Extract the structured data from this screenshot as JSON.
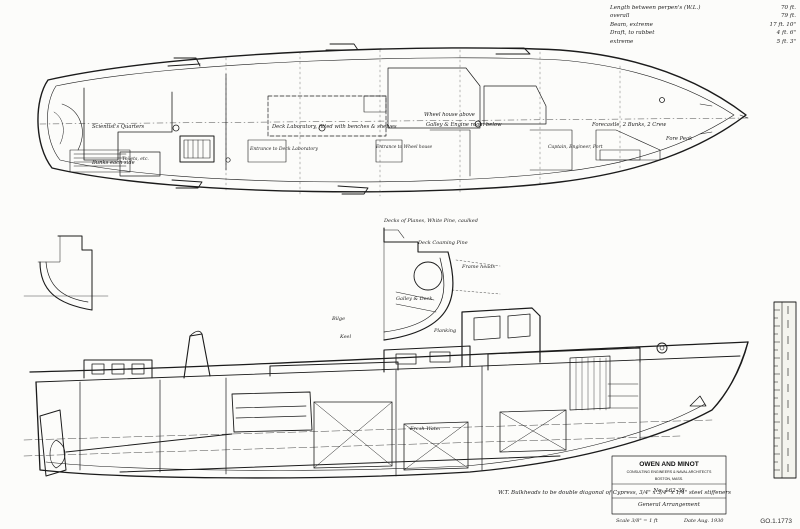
{
  "dimensions_table": [
    {
      "label": "Length between perpen's (W.L.)",
      "value": "70 ft."
    },
    {
      "label": "overall",
      "value": "79 ft."
    },
    {
      "label": "Beam, extreme",
      "value": "17 ft. 10\""
    },
    {
      "label": "Draft, to rabbet",
      "value": "4 ft. 6\""
    },
    {
      "label": "extreme",
      "value": "5 ft. 3\""
    }
  ],
  "plan_labels": {
    "scientists_quarters": "Scientist's Quarters",
    "bunks": "Bunks each side",
    "toilets": "Toilets, etc.",
    "deck_laboratory": "Deck Laboratory, fitted with benches & shelves",
    "entrance_deck_lab": "Entrance to Deck Laboratory",
    "wheel_house": "Wheel house above",
    "galley_engine": "Galley & Engine room below",
    "entrance_wheel_house": "Entrance to Wheel house",
    "forecastle": "Forecastle, 2 Bunks, 2 Crew",
    "captain": "Captain, Engineer, Port",
    "fore_peak": "Fore Peak"
  },
  "section_labels": {
    "decks": "Decks of Planes, White Pine, caulked",
    "deck_coaming": "Deck Coaming Pine",
    "frame_heads": "Frame heads",
    "galley_deck": "Galley & Deck",
    "bilge": "Bilge",
    "keel": "Keel",
    "planking": "Planking",
    "fresh_water": "Fresh Water"
  },
  "notes": {
    "bulkheads": "W.T. Bulkheads to be double diagonal of Cypress, 3/4\" x 3/4\" x 1/4\" steel stiffeners"
  },
  "title_block": {
    "firm": "OWEN AND MINOT",
    "line2": "CONSULTING ENGINEERS & NAVAL ARCHITECTS",
    "line3": "BOSTON, MASS.",
    "number": "No. 162-38",
    "drawing": "General Arrangement",
    "scale": "Scale 3/8\" = 1 ft",
    "date": "Date Aug. 1930"
  },
  "sheet_number": "GO.1.1773"
}
